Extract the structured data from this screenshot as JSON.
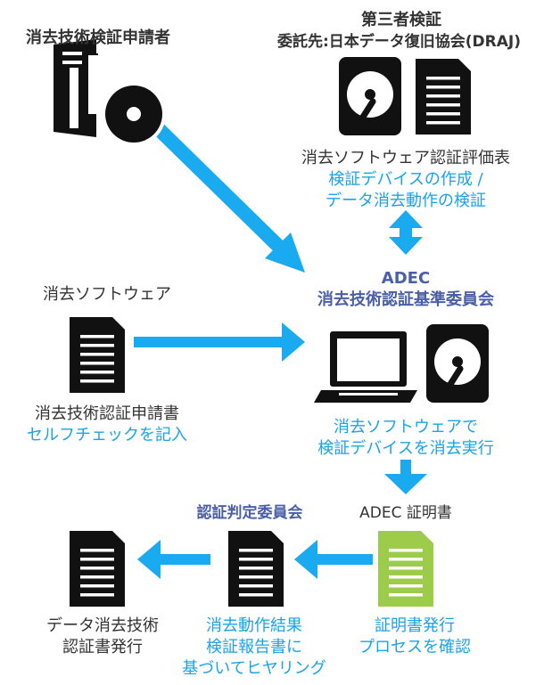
{
  "applicant": {
    "title": "消去技術検証申請者"
  },
  "third_party": {
    "title": "第三者検証",
    "subtitle": "委託先:日本データ復旧協会(DRAJ)",
    "line1": "消去ソフトウェア認証評価表",
    "line2": "検証デバイスの作成 /",
    "line3": "データ消去動作の検証"
  },
  "adec": {
    "title": "ADEC",
    "subtitle": "消去技術認証基準委員会"
  },
  "software": {
    "title": "消去ソフトウェア",
    "doc_label": "消去技術認証申請書",
    "doc_action": "セルフチェックを記入"
  },
  "execution": {
    "line1": "消去ソフトウェアで",
    "line2": "検証デバイスを消去実行"
  },
  "certificate": {
    "label": "ADEC 証明書"
  },
  "committee": {
    "title": "認証判定委員会"
  },
  "bottom": {
    "issue_line1": "データ消去技術",
    "issue_line2": "認証書発行",
    "report_line1": "消去動作結果",
    "report_line2": "検証報告書に",
    "report_line3": "基づいてヒヤリング",
    "confirm_line1": "証明書発行",
    "confirm_line2": "プロセスを確認"
  },
  "colors": {
    "arrow": "#19aaf0",
    "text_dark": "#333333",
    "text_blue": "#1aa3e8",
    "text_navy": "#4a5fa8",
    "icon": "#111111",
    "cert_green": "#9ccc4a"
  },
  "icons": [
    "server-disc-icon",
    "hard-drive-icon",
    "document-icon",
    "laptop-icon",
    "certificate-icon"
  ]
}
